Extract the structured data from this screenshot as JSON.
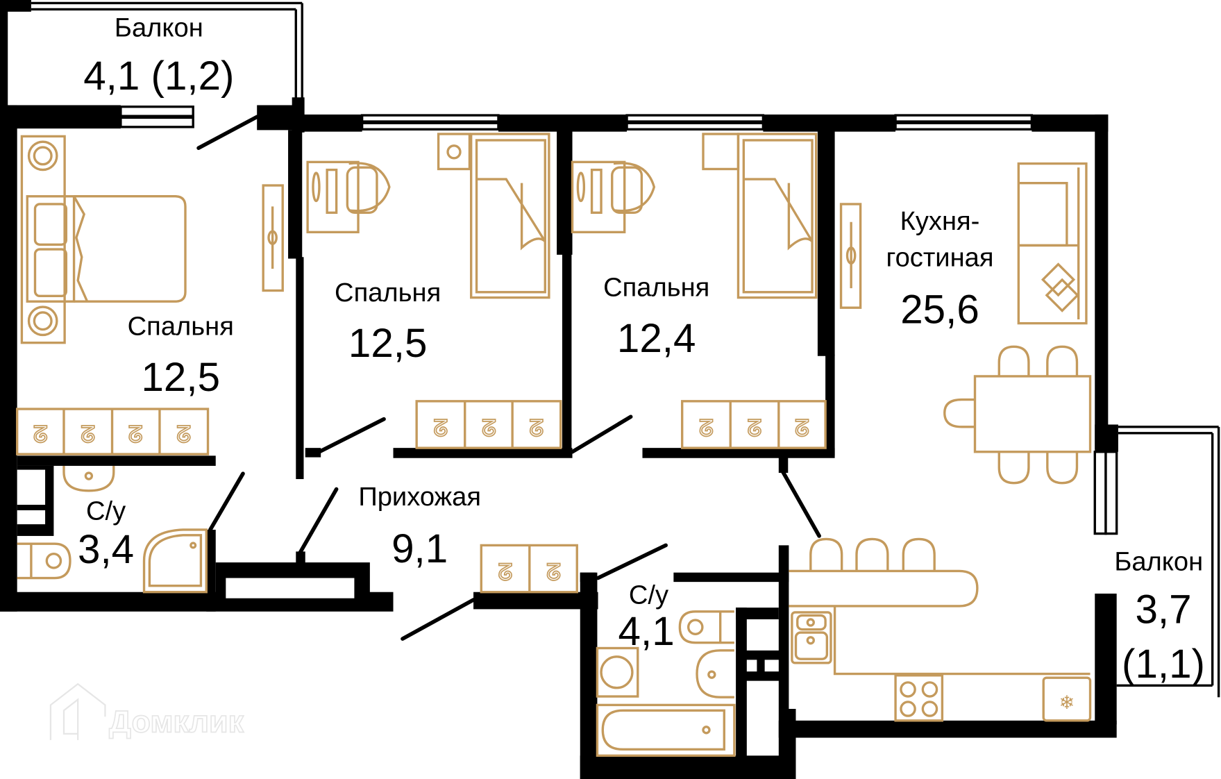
{
  "plan": {
    "type": "apartment-floor-plan",
    "colors": {
      "walls": "#000000",
      "furniture": "#C49A5C",
      "background": "#FFFFFF"
    },
    "rooms": {
      "balcony_top": {
        "name": "Балкон",
        "area": "4,1 (1,2)"
      },
      "bedroom_1": {
        "name": "Спальня",
        "area": "12,5"
      },
      "bedroom_2": {
        "name": "Спальня",
        "area": "12,5"
      },
      "bedroom_3": {
        "name": "Спальня",
        "area": "12,4"
      },
      "kitchen_living": {
        "name_line1": "Кухня-",
        "name_line2": "гостиная",
        "area": "25,6"
      },
      "bathroom_1": {
        "name": "С/у",
        "area": "3,4"
      },
      "hallway": {
        "name": "Прихожая",
        "area": "9,1"
      },
      "bathroom_2": {
        "name": "С/у",
        "area": "4,1"
      },
      "balcony_right": {
        "name": "Балкон",
        "area_line1": "3,7",
        "area_line2": "(1,1)"
      }
    },
    "watermark": {
      "text": "Домклик",
      "icon": "house-logo-icon"
    }
  }
}
